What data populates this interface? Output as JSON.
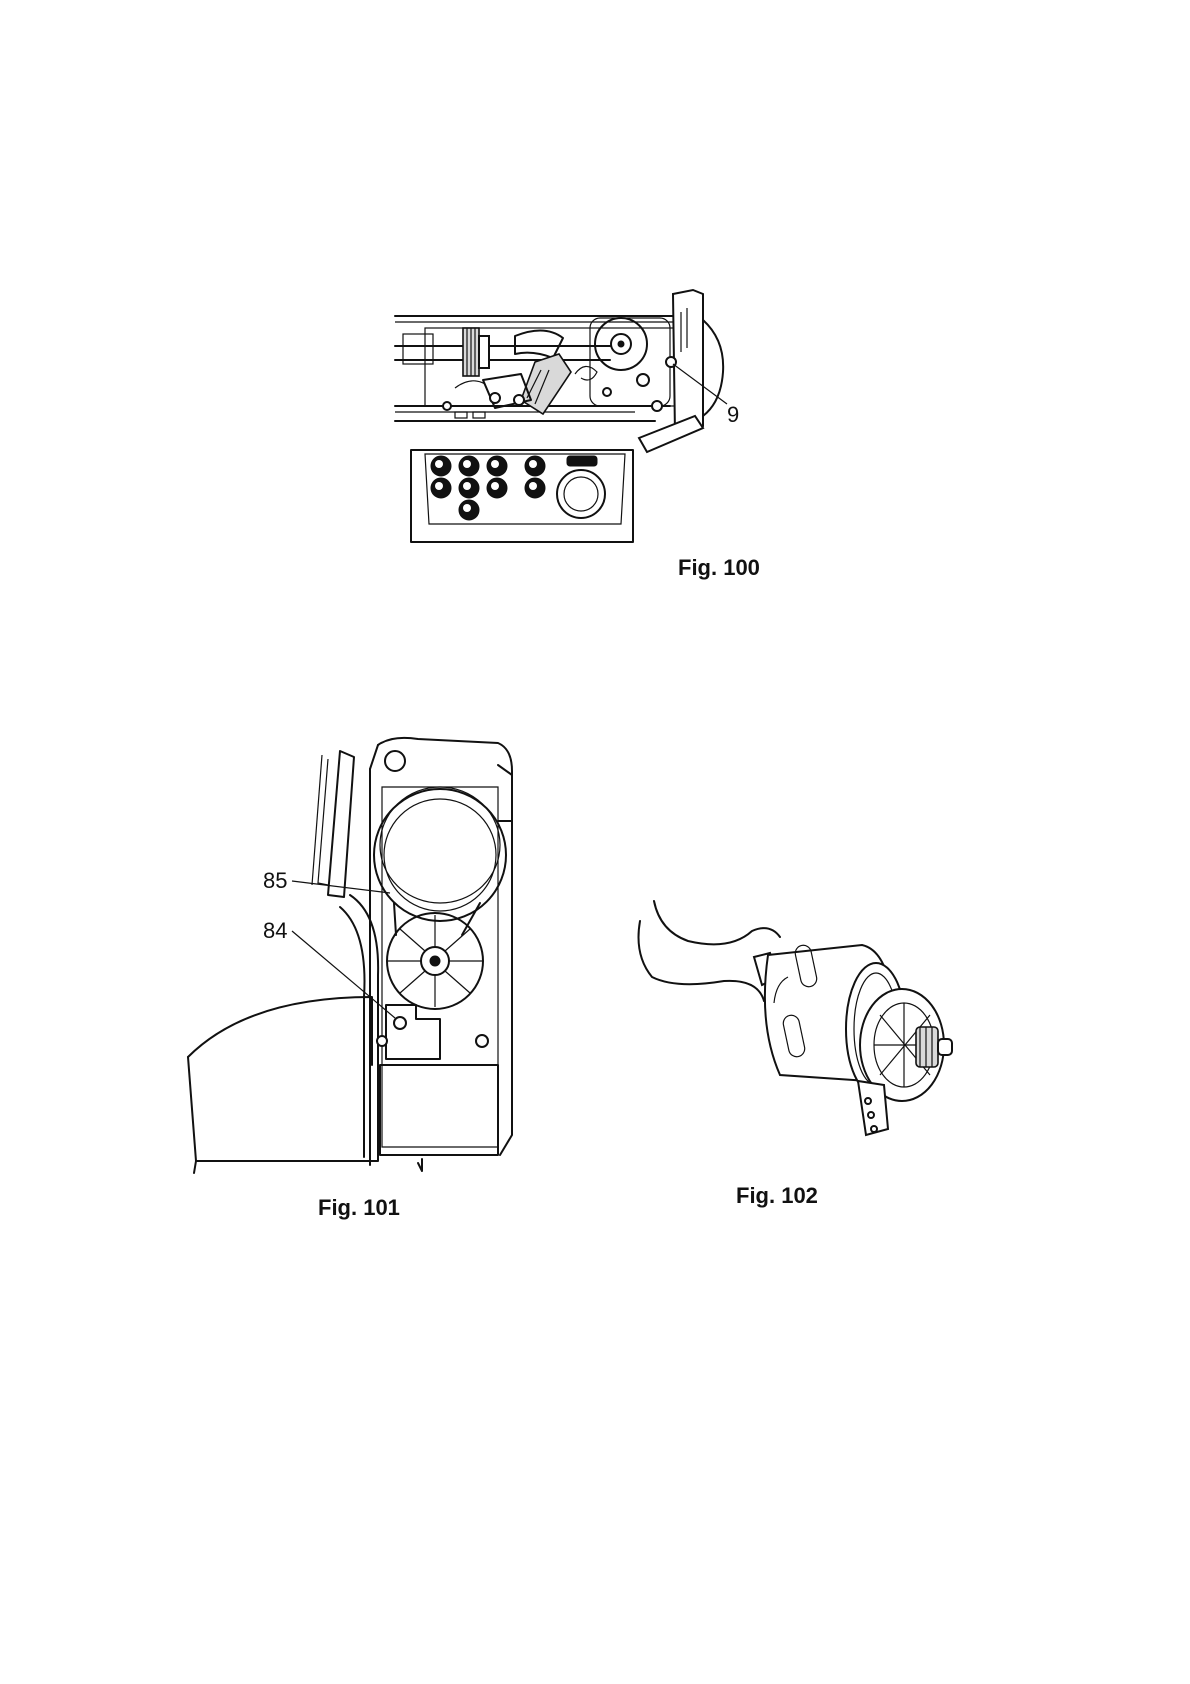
{
  "figures": [
    {
      "caption": "Fig. 100",
      "callouts": [
        "9"
      ]
    },
    {
      "caption": "Fig. 101",
      "callouts": [
        "85",
        "84"
      ]
    },
    {
      "caption": "Fig. 102",
      "callouts": []
    }
  ]
}
